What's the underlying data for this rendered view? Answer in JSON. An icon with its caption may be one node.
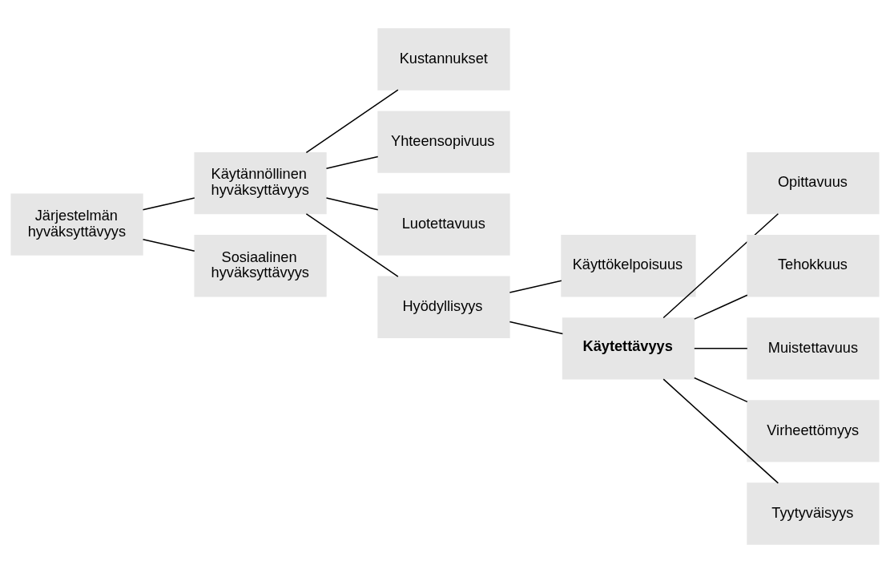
{
  "diagram": {
    "nodes": [
      {
        "text": [
          "Järjestelmän hyväksyttävyys"
        ]
      },
      {
        "text": [
          "Käytännöllinen hyväksyttävyys"
        ]
      },
      {
        "text": [
          "Sosiaalinen hyväksyttävyys"
        ]
      },
      {
        "text": [
          "Kustannukset"
        ]
      },
      {
        "text": [
          "Yhteensopivuus"
        ]
      },
      {
        "text": [
          "Luotettavuus"
        ]
      },
      {
        "text": [
          "Hyödyllisyys"
        ]
      },
      {
        "text": [
          "Käyttökelpoisuus"
        ]
      },
      {
        "text": [
          "Käytettävyys"
        ]
      },
      {
        "text": [
          "Opittavuus"
        ]
      },
      {
        "text": [
          "Tehokkuus"
        ]
      },
      {
        "text": [
          "Muistettavuus"
        ]
      },
      {
        "text": [
          "Virheettömyys"
        ]
      },
      {
        "text": [
          "Tyytyväisyys"
        ]
      }
    ],
    "edges": [
      {
        "from": 0,
        "to": 1,
        "arrow": "none"
      },
      {
        "from": 0,
        "to": 2,
        "arrow": "none"
      },
      {
        "from": 1,
        "to": 3,
        "arrow": "none"
      },
      {
        "from": 1,
        "to": 4,
        "arrow": "none"
      },
      {
        "from": 1,
        "to": 5,
        "arrow": "none"
      },
      {
        "from": 1,
        "to": 6,
        "arrow": "none"
      },
      {
        "from": 6,
        "to": 7,
        "arrow": "none"
      },
      {
        "from": 6,
        "to": 8,
        "arrow": "none"
      },
      {
        "from": 8,
        "to": 9,
        "arrow": "none"
      },
      {
        "from": 8,
        "to": 10,
        "arrow": "none"
      },
      {
        "from": 8,
        "to": 11,
        "arrow": "none"
      },
      {
        "from": 8,
        "to": 12,
        "arrow": "none"
      },
      {
        "from": 8,
        "to": 13,
        "arrow": "none"
      }
    ]
  }
}
